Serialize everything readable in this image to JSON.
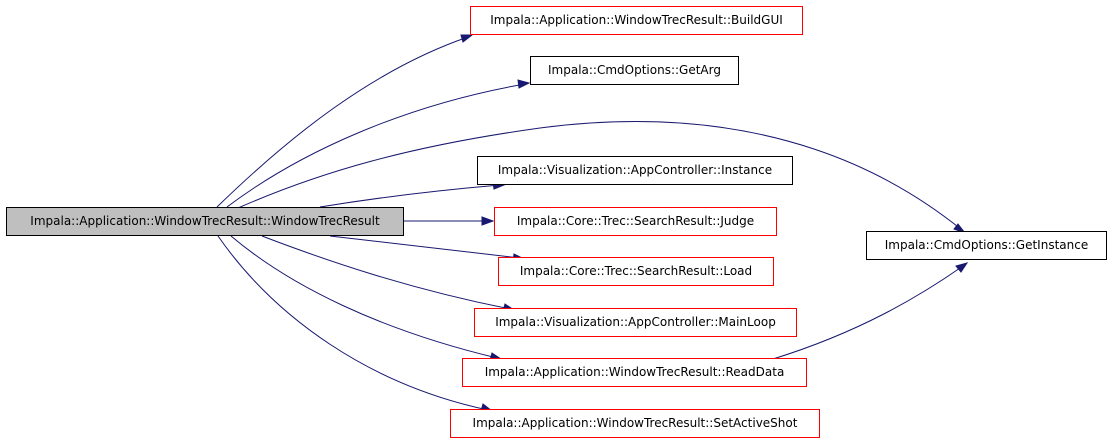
{
  "colors": {
    "edge": "#191970",
    "root_fill": "#bfbfbf",
    "node_border_default": "#000000",
    "node_border_red": "#ff0000"
  },
  "nodes": {
    "root": {
      "label": "Impala::Application::WindowTrecResult::WindowTrecResult",
      "border": "#000000"
    },
    "build_gui": {
      "label": "Impala::Application::WindowTrecResult::BuildGUI",
      "border": "#ff0000"
    },
    "get_arg": {
      "label": "Impala::CmdOptions::GetArg",
      "border": "#000000"
    },
    "instance": {
      "label": "Impala::Visualization::AppController::Instance",
      "border": "#000000"
    },
    "judge": {
      "label": "Impala::Core::Trec::SearchResult::Judge",
      "border": "#ff0000"
    },
    "load": {
      "label": "Impala::Core::Trec::SearchResult::Load",
      "border": "#ff0000"
    },
    "main_loop": {
      "label": "Impala::Visualization::AppController::MainLoop",
      "border": "#ff0000"
    },
    "read_data": {
      "label": "Impala::Application::WindowTrecResult::ReadData",
      "border": "#ff0000"
    },
    "set_active_shot": {
      "label": "Impala::Application::WindowTrecResult::SetActiveShot",
      "border": "#ff0000"
    },
    "get_instance": {
      "label": "Impala::CmdOptions::GetInstance",
      "border": "#000000"
    }
  },
  "edges": [
    {
      "from": "root",
      "to": "build_gui"
    },
    {
      "from": "root",
      "to": "get_arg"
    },
    {
      "from": "root",
      "to": "get_instance"
    },
    {
      "from": "root",
      "to": "instance"
    },
    {
      "from": "root",
      "to": "judge"
    },
    {
      "from": "root",
      "to": "load"
    },
    {
      "from": "root",
      "to": "main_loop"
    },
    {
      "from": "root",
      "to": "read_data"
    },
    {
      "from": "root",
      "to": "set_active_shot"
    },
    {
      "from": "read_data",
      "to": "get_instance"
    }
  ]
}
